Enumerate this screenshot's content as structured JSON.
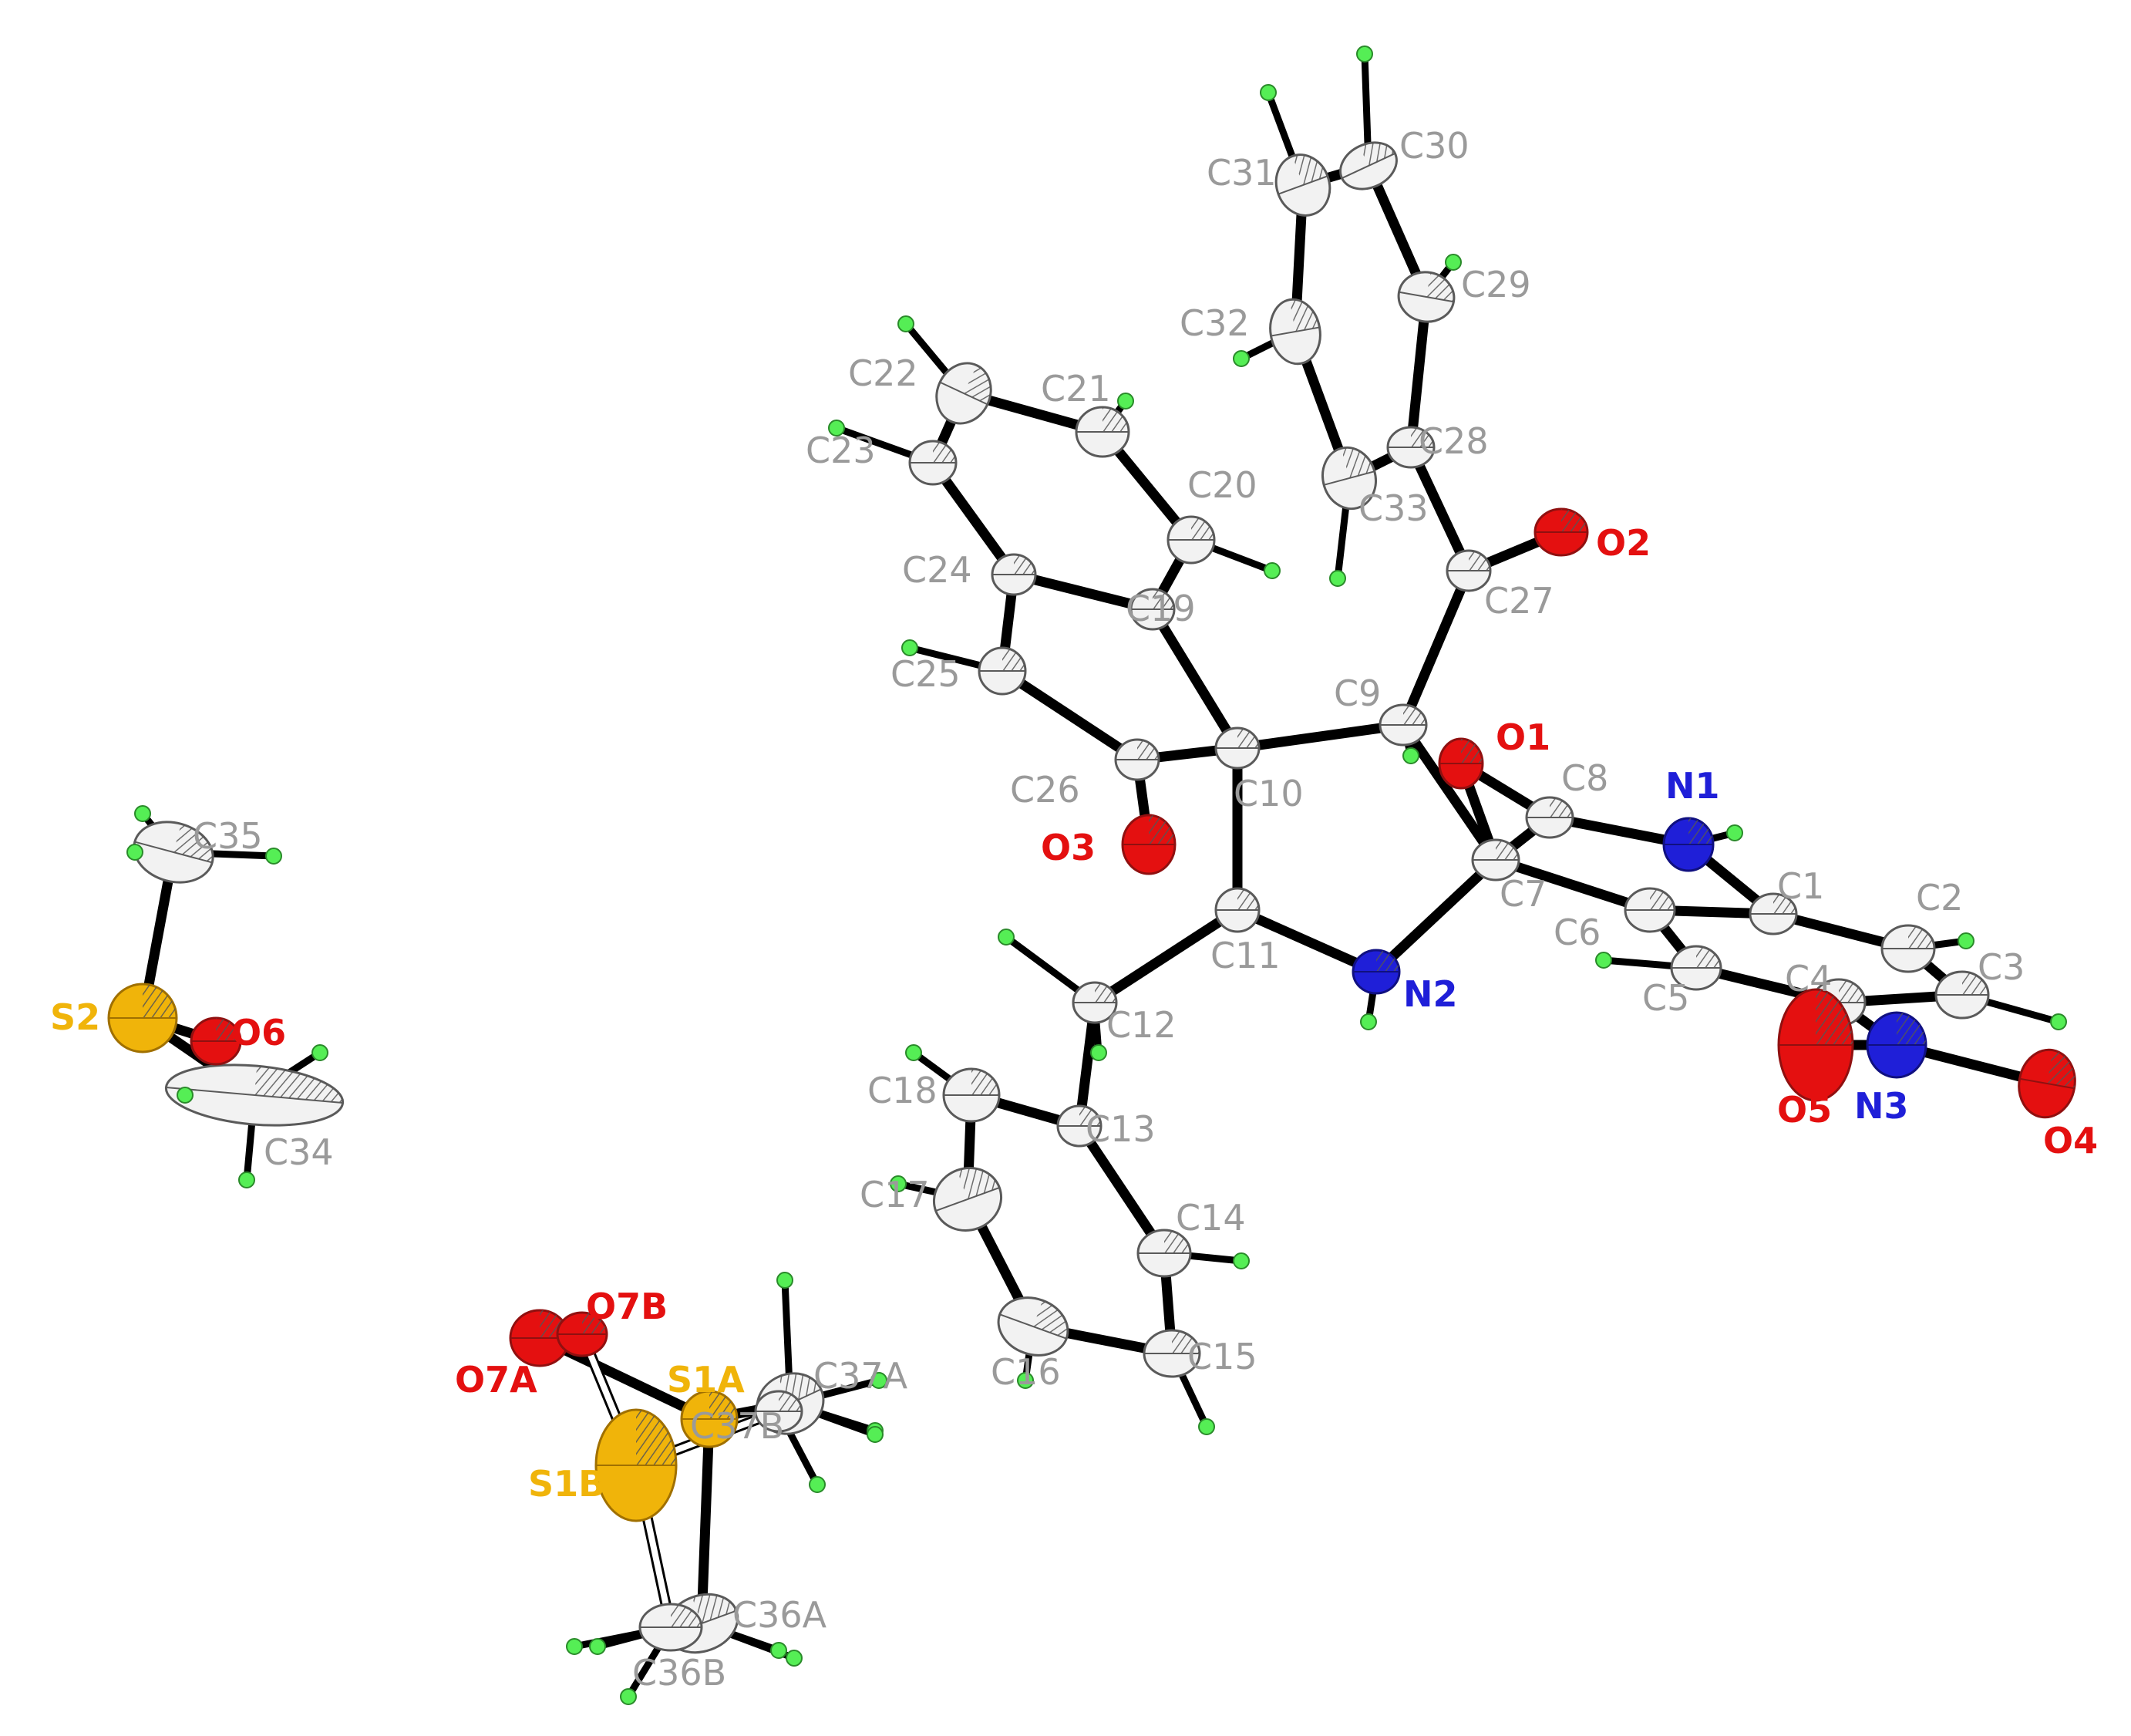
{
  "colors": {
    "carbon_fill": "#f2f2f2",
    "carbon_stroke": "#5a5a5a",
    "nitrogen": "#1f1fd8",
    "oxygen": "#e41010",
    "sulfur": "#f0b40a",
    "hydrogen": "#55ee55",
    "bond": "#000000",
    "label_carbon": "#9a9a9a"
  },
  "atoms": [
    {
      "id": "C1",
      "label": "C1",
      "element": "C"
    },
    {
      "id": "C2",
      "label": "C2",
      "element": "C"
    },
    {
      "id": "C3",
      "label": "C3",
      "element": "C"
    },
    {
      "id": "C4",
      "label": "C4",
      "element": "C"
    },
    {
      "id": "C5",
      "label": "C5",
      "element": "C"
    },
    {
      "id": "C6",
      "label": "C6",
      "element": "C"
    },
    {
      "id": "C7",
      "label": "C7",
      "element": "C"
    },
    {
      "id": "C8",
      "label": "C8",
      "element": "C"
    },
    {
      "id": "C9",
      "label": "C9",
      "element": "C"
    },
    {
      "id": "C10",
      "label": "C10",
      "element": "C"
    },
    {
      "id": "C11",
      "label": "C11",
      "element": "C"
    },
    {
      "id": "C12",
      "label": "C12",
      "element": "C"
    },
    {
      "id": "C13",
      "label": "C13",
      "element": "C"
    },
    {
      "id": "C14",
      "label": "C14",
      "element": "C"
    },
    {
      "id": "C15",
      "label": "C15",
      "element": "C"
    },
    {
      "id": "C16",
      "label": "C16",
      "element": "C"
    },
    {
      "id": "C17",
      "label": "C17",
      "element": "C"
    },
    {
      "id": "C18",
      "label": "C18",
      "element": "C"
    },
    {
      "id": "C19",
      "label": "C19",
      "element": "C"
    },
    {
      "id": "C20",
      "label": "C20",
      "element": "C"
    },
    {
      "id": "C21",
      "label": "C21",
      "element": "C"
    },
    {
      "id": "C22",
      "label": "C22",
      "element": "C"
    },
    {
      "id": "C23",
      "label": "C23",
      "element": "C"
    },
    {
      "id": "C24",
      "label": "C24",
      "element": "C"
    },
    {
      "id": "C25",
      "label": "C25",
      "element": "C"
    },
    {
      "id": "C26",
      "label": "C26",
      "element": "C"
    },
    {
      "id": "C27",
      "label": "C27",
      "element": "C"
    },
    {
      "id": "C28",
      "label": "C28",
      "element": "C"
    },
    {
      "id": "C29",
      "label": "C29",
      "element": "C"
    },
    {
      "id": "C30",
      "label": "C30",
      "element": "C"
    },
    {
      "id": "C31",
      "label": "C31",
      "element": "C"
    },
    {
      "id": "C32",
      "label": "C32",
      "element": "C"
    },
    {
      "id": "C33",
      "label": "C33",
      "element": "C"
    },
    {
      "id": "C34",
      "label": "C34",
      "element": "C"
    },
    {
      "id": "C35",
      "label": "C35",
      "element": "C"
    },
    {
      "id": "C36A",
      "label": "C36A",
      "element": "C"
    },
    {
      "id": "C36B",
      "label": "C36B",
      "element": "C"
    },
    {
      "id": "C37A",
      "label": "C37A",
      "element": "C"
    },
    {
      "id": "C37B",
      "label": "C37B",
      "element": "C"
    },
    {
      "id": "N1",
      "label": "N1",
      "element": "N"
    },
    {
      "id": "N2",
      "label": "N2",
      "element": "N"
    },
    {
      "id": "N3",
      "label": "N3",
      "element": "N"
    },
    {
      "id": "O1",
      "label": "O1",
      "element": "O"
    },
    {
      "id": "O2",
      "label": "O2",
      "element": "O"
    },
    {
      "id": "O3",
      "label": "O3",
      "element": "O"
    },
    {
      "id": "O4",
      "label": "O4",
      "element": "O"
    },
    {
      "id": "O5",
      "label": "O5",
      "element": "O"
    },
    {
      "id": "O6",
      "label": "O6",
      "element": "O"
    },
    {
      "id": "O7A",
      "label": "O7A",
      "element": "O"
    },
    {
      "id": "O7B",
      "label": "O7B",
      "element": "O"
    },
    {
      "id": "S1A",
      "label": "S1A",
      "element": "S"
    },
    {
      "id": "S1B",
      "label": "S1B",
      "element": "S"
    },
    {
      "id": "S2",
      "label": "S2",
      "element": "S"
    }
  ],
  "bonds": [
    [
      "C1",
      "N1"
    ],
    [
      "C1",
      "C2"
    ],
    [
      "C2",
      "C3"
    ],
    [
      "C3",
      "C4"
    ],
    [
      "C4",
      "C5"
    ],
    [
      "C5",
      "C6"
    ],
    [
      "C6",
      "C1"
    ],
    [
      "C4",
      "N3"
    ],
    [
      "N3",
      "O4"
    ],
    [
      "N3",
      "O5"
    ],
    [
      "C6",
      "C7"
    ],
    [
      "C7",
      "C8"
    ],
    [
      "C8",
      "N1"
    ],
    [
      "C8",
      "O1"
    ],
    [
      "C7",
      "O1"
    ],
    [
      "C7",
      "C9"
    ],
    [
      "C7",
      "N2"
    ],
    [
      "N2",
      "C11"
    ],
    [
      "C11",
      "C10"
    ],
    [
      "C10",
      "C9"
    ],
    [
      "C9",
      "C27"
    ],
    [
      "C27",
      "O2"
    ],
    [
      "C27",
      "C28"
    ],
    [
      "C28",
      "C29"
    ],
    [
      "C29",
      "C30"
    ],
    [
      "C30",
      "C31"
    ],
    [
      "C31",
      "C32"
    ],
    [
      "C32",
      "C33"
    ],
    [
      "C33",
      "C28"
    ],
    [
      "C10",
      "C19"
    ],
    [
      "C10",
      "C26"
    ],
    [
      "C26",
      "O3"
    ],
    [
      "C26",
      "C25"
    ],
    [
      "C19",
      "C20"
    ],
    [
      "C20",
      "C21"
    ],
    [
      "C21",
      "C22"
    ],
    [
      "C22",
      "C23"
    ],
    [
      "C23",
      "C24"
    ],
    [
      "C24",
      "C19"
    ],
    [
      "C24",
      "C25"
    ],
    [
      "C11",
      "C12"
    ],
    [
      "C12",
      "C13"
    ],
    [
      "C13",
      "C14"
    ],
    [
      "C14",
      "C15"
    ],
    [
      "C15",
      "C16"
    ],
    [
      "C16",
      "C17"
    ],
    [
      "C17",
      "C18"
    ],
    [
      "C18",
      "C13"
    ],
    [
      "S2",
      "C35"
    ],
    [
      "S2",
      "O6"
    ],
    [
      "S2",
      "C34"
    ],
    [
      "O7A",
      "S1A"
    ],
    [
      "S1A",
      "C37A"
    ],
    [
      "S1A",
      "C36A"
    ]
  ],
  "minor_bonds": [
    [
      "O7B",
      "S1B"
    ],
    [
      "S1B",
      "C37B"
    ],
    [
      "S1B",
      "C36B"
    ]
  ]
}
